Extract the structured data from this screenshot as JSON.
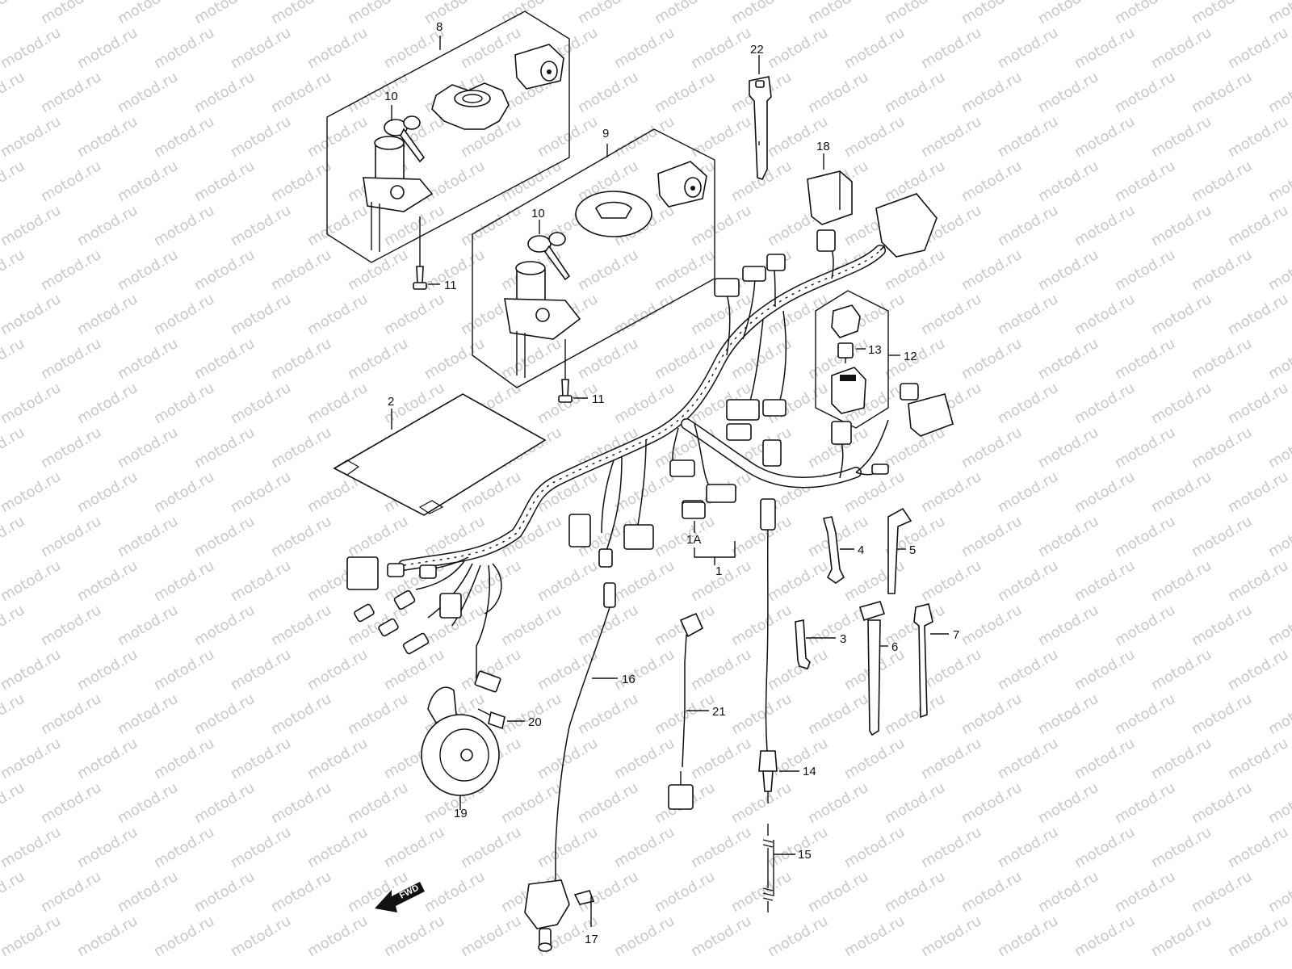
{
  "watermark": "motod.ru",
  "direction_marker": "FWD",
  "callouts": [
    {
      "id": "c1",
      "text": "1"
    },
    {
      "id": "c1a",
      "text": "1A"
    },
    {
      "id": "c2",
      "text": "2"
    },
    {
      "id": "c3",
      "text": "3"
    },
    {
      "id": "c4",
      "text": "4"
    },
    {
      "id": "c5",
      "text": "5"
    },
    {
      "id": "c6",
      "text": "6"
    },
    {
      "id": "c7",
      "text": "7"
    },
    {
      "id": "c8",
      "text": "8"
    },
    {
      "id": "c9",
      "text": "9"
    },
    {
      "id": "c10a",
      "text": "10"
    },
    {
      "id": "c10b",
      "text": "10"
    },
    {
      "id": "c11a",
      "text": "11"
    },
    {
      "id": "c11b",
      "text": "11"
    },
    {
      "id": "c12",
      "text": "12"
    },
    {
      "id": "c13",
      "text": "13"
    },
    {
      "id": "c14",
      "text": "14"
    },
    {
      "id": "c15",
      "text": "15"
    },
    {
      "id": "c16",
      "text": "16"
    },
    {
      "id": "c17",
      "text": "17"
    },
    {
      "id": "c18",
      "text": "18"
    },
    {
      "id": "c19",
      "text": "19"
    },
    {
      "id": "c20",
      "text": "20"
    },
    {
      "id": "c21",
      "text": "21"
    },
    {
      "id": "c22",
      "text": "22"
    }
  ]
}
